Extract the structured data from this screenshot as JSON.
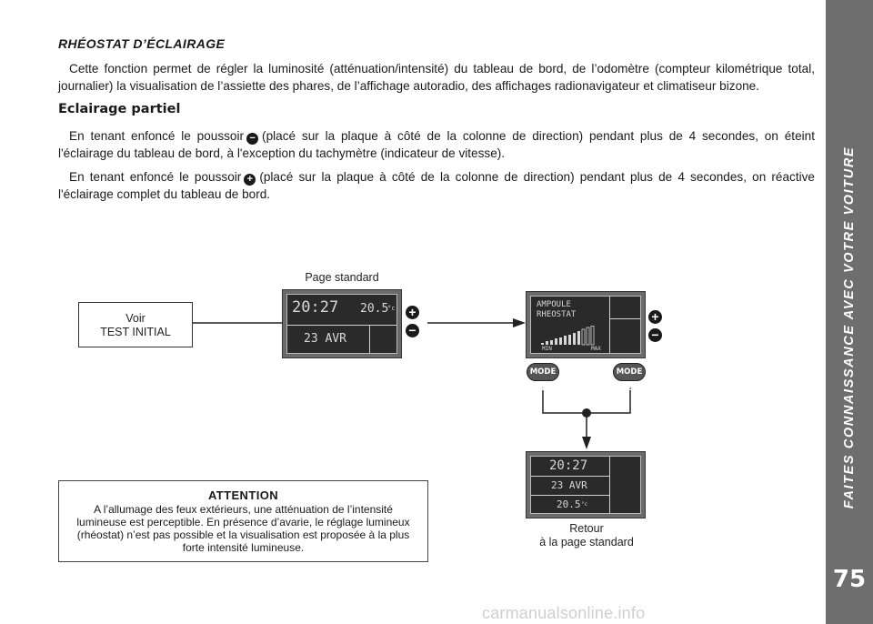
{
  "sidebar": {
    "title": "FAITES CONNAISSANCE AVEC VOTRE VOITURE",
    "page_number": "75"
  },
  "section": {
    "title": "RHÉOSTAT D’ÉCLAIRAGE",
    "intro": "Cette fonction permet de régler la luminosité (atténuation/intensité) du tableau de bord, de l’odomètre (compteur kilométrique total, journalier) la visualisation de l’assiette des phares, de l’affichage autoradio, des affichages radionavigateur et climatiseur bizone."
  },
  "partial": {
    "title": "Eclairage partiel",
    "p1_before": "En tenant enfoncé le poussoir",
    "p1_after": "(placé sur la plaque à côté de la colonne de direction) pendant plus de 4 secondes, on éteint l'éclairage du tableau de bord, à l'exception du tachymètre (indicateur de vitesse).",
    "p2_before": "En tenant enfoncé le poussoir",
    "p2_after": "(placé sur la plaque à côté de la colonne de direction) pendant plus de 4 secondes, on réactive l'éclairage complet du tableau de bord.",
    "minus_symbol": "−",
    "plus_symbol": "+"
  },
  "diagram": {
    "page_standard_label": "Page standard",
    "voir_line1": "Voir",
    "voir_line2": "TEST INITIAL",
    "display1": {
      "time": "20:27",
      "temp": "20.5",
      "temp_unit": "°c",
      "date": "23 AVR"
    },
    "display2": {
      "line1": "AMPOULE",
      "line2": "RHEOSTAT",
      "min": "MIN",
      "max": "MAX",
      "level_fraction": 0.75
    },
    "display3": {
      "time": "20:27",
      "date": "23 AVR",
      "temp": "20.5",
      "temp_unit": "°c"
    },
    "mode1": "MODE 1",
    "mode2": "MODE 2",
    "retour_line1": "Retour",
    "retour_line2": "à la page standard",
    "plus_symbol": "+",
    "minus_symbol": "−"
  },
  "attention": {
    "title": "ATTENTION",
    "text": "A l’allumage des feux extérieurs, une atténuation de l’intensité lumineuse est perceptible. En présence d’avarie, le réglage lumineux (rhéostat) n’est pas possible et la visualisation est proposée à la plus forte intensité lumineuse."
  },
  "watermark": "carmanualsonline.info"
}
